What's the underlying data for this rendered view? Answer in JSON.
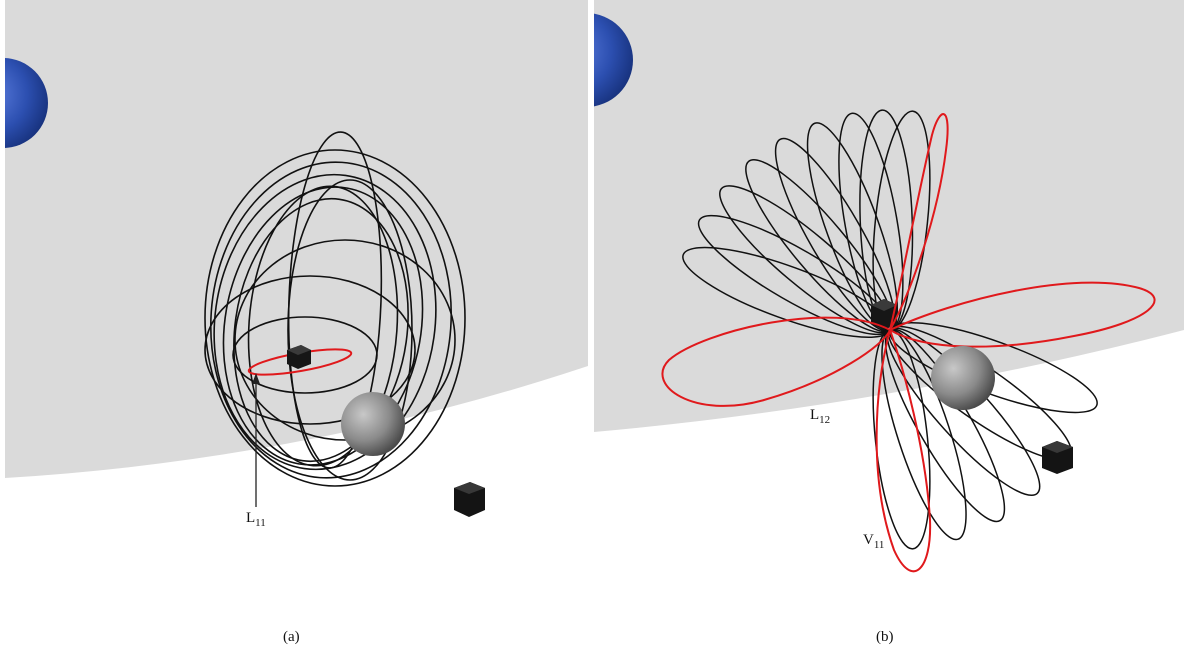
{
  "panel_a": {
    "caption": "(a)",
    "orbit_label": {
      "main": "L",
      "sub": "11"
    }
  },
  "panel_b": {
    "caption": "(b)",
    "orbit_label_1": {
      "main": "L",
      "sub": "12"
    },
    "orbit_label_2": {
      "main": "V",
      "sub": "11"
    }
  },
  "colors": {
    "background": "#ffffff",
    "plane": "#dadada",
    "earth": "#2c4fb0",
    "moon": "#8a8a8a",
    "family_orbits": "#111111",
    "highlighted_orbit": "#e0191c",
    "libration_point_marker": "#151515"
  }
}
